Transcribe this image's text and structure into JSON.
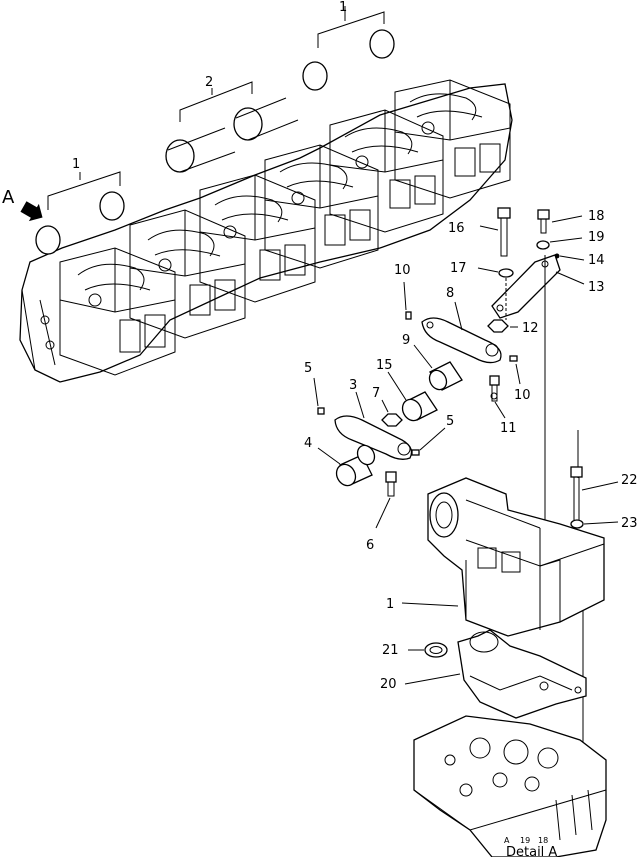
{
  "callouts": {
    "c1_top": "1",
    "c1_left": "1",
    "c2": "2",
    "view_a": "A",
    "c3": "3",
    "c4": "4",
    "c5_left": "5",
    "c5_right": "5",
    "c6": "6",
    "c7": "7",
    "c8": "8",
    "c9": "9",
    "c10_top": "10",
    "c10_right": "10",
    "c11": "11",
    "c12": "12",
    "c13": "13",
    "c14": "14",
    "c15": "15",
    "c16": "16",
    "c17": "17",
    "c18": "18",
    "c19": "19",
    "c1_detail": "1",
    "c20": "20",
    "c21": "21",
    "c22": "22",
    "c23": "23"
  },
  "stamp": {
    "a": "A",
    "n19": "19",
    "n18": "18"
  },
  "detail_label": "Detail A"
}
